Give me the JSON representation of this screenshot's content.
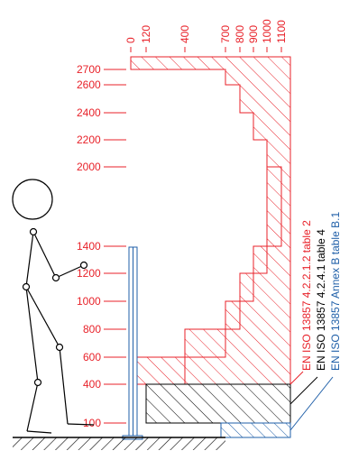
{
  "colors": {
    "red": "#e8222a",
    "black": "#000000",
    "blue": "#1f5fa8"
  },
  "top_scale": [
    "0",
    "120",
    "400",
    "700",
    "800",
    "900",
    "1000",
    "1100"
  ],
  "height_scale": [
    "2700",
    "2600",
    "2400",
    "2200",
    "2000",
    "1400",
    "1200",
    "1000",
    "800",
    "600",
    "400",
    "100"
  ],
  "standards": {
    "red_label": "EN ISO 13857 4.2.2.1.2 table 2",
    "black_label": "EN ISO 13857 4.2.4.1 table 4",
    "blue_label": "EN ISO 13857 Annex B table B.1"
  },
  "icons": {
    "person": "stick-figure-icon",
    "ground": "hatched-ground-icon",
    "barrier": "protective-barrier-icon"
  }
}
